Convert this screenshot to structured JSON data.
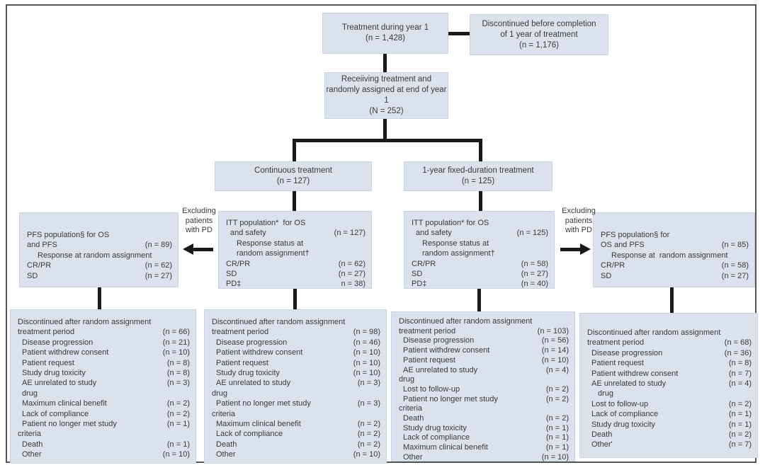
{
  "colors": {
    "box_fill": "#dbe2ee",
    "box_border": "#c9d3e3",
    "line": "#1a1a1a",
    "frame": "#555555",
    "text": "#3a3a3a"
  },
  "boxes": {
    "treatment_year1": {
      "lines": [
        "Treatment during year 1",
        "(n = 1,428)"
      ]
    },
    "discontinued_before": {
      "lines": [
        "Discontinued before completion",
        "of 1 year of treatment",
        "(n = 1,176)"
      ]
    },
    "receiving_randomized": {
      "lines": [
        "Receiiving treatment and",
        "randomly assigned at end of year 1",
        "(N = 252)"
      ]
    },
    "continuous": {
      "lines": [
        "Continuous treatment",
        "(n = 127)"
      ]
    },
    "fixed_duration": {
      "lines": [
        "1-year fixed-duration treatment",
        "(n = 125)"
      ]
    },
    "pfs_left": {
      "rows": [
        {
          "l": "PFS population§ for OS"
        },
        {
          "l": "and PFS",
          "v": "(n = 89)"
        },
        {
          "l": "Response at random assignment",
          "i": 2
        },
        {
          "l": "CR/PR",
          "v": "(n = 62)"
        },
        {
          "l": "SD",
          "v": "(n = 27)"
        }
      ]
    },
    "itt_left": {
      "rows": [
        {
          "l": "ITT population*  for OS"
        },
        {
          "l": "and safety",
          "v": "(n = 127)",
          "i": 1
        },
        {
          "l": "Response status at",
          "i": 2
        },
        {
          "l": "random assignment†",
          "i": 2
        },
        {
          "l": "CR/PR",
          "v": "(n = 62)"
        },
        {
          "l": "SD",
          "v": "(n = 27)"
        },
        {
          "l": "PD‡",
          "v": "n = 38)"
        }
      ]
    },
    "itt_right": {
      "rows": [
        {
          "l": "ITT population* for OS"
        },
        {
          "l": "and safety",
          "v": "(n = 125)",
          "i": 1
        },
        {
          "l": "Response status at",
          "i": 2
        },
        {
          "l": "random assignment†",
          "i": 2
        },
        {
          "l": "CR/PR",
          "v": "(n = 58)"
        },
        {
          "l": "SD",
          "v": "(n = 27)"
        },
        {
          "l": "PD‡",
          "v": "(n = 40)"
        }
      ]
    },
    "pfs_right": {
      "rows": [
        {
          "l": "PFS population§ for"
        },
        {
          "l": "OS and PFS",
          "v": "(n = 85)"
        },
        {
          "l": "Response at  random assignment",
          "i": 2
        },
        {
          "l": "CR/PR",
          "v": "(n = 58)"
        },
        {
          "l": "SD",
          "v": "(n = 27)"
        }
      ]
    },
    "disc_pfs_left": {
      "rows": [
        {
          "l": "Discontinued after random assignment"
        },
        {
          "l": "treatment period",
          "v": "(n = 66)"
        },
        {
          "l": "Disease progression",
          "v": "(n = 21)",
          "i": 1
        },
        {
          "l": "Patient withdrew consent",
          "v": "(n = 10)",
          "i": 1
        },
        {
          "l": "Patient request",
          "v": "(n = 8)",
          "i": 1
        },
        {
          "l": "Study drug toxicity",
          "v": "(n = 8)",
          "i": 1
        },
        {
          "l": "AE unrelated to study",
          "v": "(n = 3)",
          "i": 1
        },
        {
          "l": "drug",
          "i": 1
        },
        {
          "l": "Maximum clinical benefit",
          "v": "(n = 2)",
          "i": 1
        },
        {
          "l": "Lack of compliance",
          "v": "(n = 2)",
          "i": 1
        },
        {
          "l": "Patient no longer met study",
          "v": "(n = 1)",
          "i": 1
        },
        {
          "l": "criteria"
        },
        {
          "l": "Death",
          "v": "(n = 1)",
          "i": 1
        },
        {
          "l": "Other",
          "v": "(n = 10)",
          "i": 1
        }
      ]
    },
    "disc_itt_left": {
      "rows": [
        {
          "l": "Discontinued after random assignment"
        },
        {
          "l": "treatment period",
          "v": "(n = 98)"
        },
        {
          "l": "Disease progression",
          "v": "(n = 46)",
          "i": 1
        },
        {
          "l": "Patient withdrew consent",
          "v": "(n = 10)",
          "i": 1
        },
        {
          "l": "Patient request",
          "v": "(n = 10)",
          "i": 1
        },
        {
          "l": "Study drug toxicity",
          "v": "(n = 10)",
          "i": 1
        },
        {
          "l": "AE unrelated to study",
          "v": "(n = 3)",
          "i": 1
        },
        {
          "l": "drug"
        },
        {
          "l": "Patient no longer met study",
          "v": "(n = 3)",
          "i": 1
        },
        {
          "l": "criteria"
        },
        {
          "l": "Maximum clinical benefit",
          "v": "(n = 2)",
          "i": 1
        },
        {
          "l": "Lack of compliance",
          "v": "(n = 2)",
          "i": 1
        },
        {
          "l": "Death",
          "v": "(n = 2)",
          "i": 1
        },
        {
          "l": "Other",
          "v": "(n = 10)",
          "i": 1
        }
      ]
    },
    "disc_itt_right": {
      "rows": [
        {
          "l": "Discontinued after random assignment"
        },
        {
          "l": "treatment period",
          "v": "(n = 103)"
        },
        {
          "l": "Disease progression",
          "v": "(n = 56)",
          "i": 1
        },
        {
          "l": "Patient withdrew consent",
          "v": "(n = 14)",
          "i": 1
        },
        {
          "l": "Patient request",
          "v": "(n = 10)",
          "i": 1
        },
        {
          "l": "AE unrelated to study",
          "v": "(n = 4)",
          "i": 1
        },
        {
          "l": "drug"
        },
        {
          "l": "Lost to follow-up",
          "v": "(n = 2)",
          "i": 1
        },
        {
          "l": "Patient no longer met study",
          "v": "(n = 2)",
          "i": 1
        },
        {
          "l": "criteria"
        },
        {
          "l": "Death",
          "v": "(n = 2)",
          "i": 1
        },
        {
          "l": "Study drug toxicity",
          "v": "(n = 1)",
          "i": 1
        },
        {
          "l": "Lack of compliance",
          "v": "(n = 1)",
          "i": 1
        },
        {
          "l": "Maximum clinical benefit",
          "v": "(n = 1)",
          "i": 1
        },
        {
          "l": "Other",
          "v": "(n = 10)",
          "i": 1
        }
      ]
    },
    "disc_pfs_right": {
      "rows": [
        {
          "l": "Discontinued after random assignment"
        },
        {
          "l": "treatment period",
          "v": "(n = 68)"
        },
        {
          "l": "Disease progression",
          "v": "(n = 36)",
          "i": 1
        },
        {
          "l": "Patient request",
          "v": "(n = 8)",
          "i": 1
        },
        {
          "l": "Patient withdrew consent",
          "v": "(n = 7)",
          "i": 1
        },
        {
          "l": "AE unrelated to study",
          "v": "(n = 4)",
          "i": 1
        },
        {
          "l": "drug",
          "i": 2
        },
        {
          "l": "Lost to follow-up",
          "v": "(n = 2)",
          "i": 1
        },
        {
          "l": "Lack of compliance",
          "v": "(n = 1)",
          "i": 1
        },
        {
          "l": "Study drug toxicity",
          "v": "(n = 1)",
          "i": 1
        },
        {
          "l": "Death",
          "v": "(n = 2)",
          "i": 1
        },
        {
          "l": "Other'",
          "v": "(n = 7)",
          "i": 1
        }
      ]
    }
  },
  "labels": {
    "excluding_left": {
      "lines": [
        "Excluding",
        "patients",
        "with PD"
      ]
    },
    "excluding_right": {
      "lines": [
        "Excluding",
        "patients",
        "with PD"
      ]
    }
  }
}
